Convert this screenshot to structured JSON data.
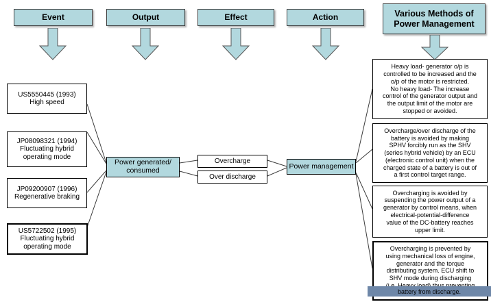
{
  "diagram": {
    "title_columns": [
      {
        "label": "Event"
      },
      {
        "label": "Output"
      },
      {
        "label": "Effect"
      },
      {
        "label": "Action"
      },
      {
        "label": "Various Methods of\nPower Management"
      }
    ],
    "events": [
      {
        "label": "US5550445 (1993)\nHigh speed"
      },
      {
        "label": "JP08098321 (1994)\nFluctuating hybrid\noperating mode"
      },
      {
        "label": "JP09200907 (1996)\nRegenerative braking"
      },
      {
        "label": "US5722502 (1995)\nFluctuating hybrid\noperating mode"
      }
    ],
    "output_node": {
      "label": "Power generated/\nconsumed"
    },
    "effects": [
      {
        "label": "Overcharge"
      },
      {
        "label": "Over discharge"
      }
    ],
    "action_node": {
      "label": "Power management"
    },
    "methods": [
      {
        "label": "Heavy load- generator o/p is\ncontrolled to be increased and the\no/p of the motor is restricted.\nNo heavy load- The increase\ncontrol of the generator output and\nthe output limit of the motor are\nstopped or avoided."
      },
      {
        "label": "Overcharge/over discharge of the\nbattery is avoided by making\nSPHV forcibly run as the SHV\n(series hybrid vehicle) by an ECU\n(electronic control unit) when the\ncharged state of a battery is out of\na first control target range."
      },
      {
        "label": "Overcharging is avoided by\nsuspending the power output of a\ngenerator by control means, when\nelectrical-potential-difference\nvalue of the DC-battery reaches\nupper limit."
      },
      {
        "label": "Overcharging is prevented by\nusing mechanical loss of engine,\ngenerator and the torque\ndistributing system. ECU shift to\nSHV mode during discharging\n(i.e. Heavy load)  thus preventing"
      }
    ],
    "selected_text": "battery from discharge.",
    "colors": {
      "teal_fill": "#b2d8de",
      "selection": "#6e87a8",
      "border": "#000000",
      "page": "#ffffff"
    }
  }
}
